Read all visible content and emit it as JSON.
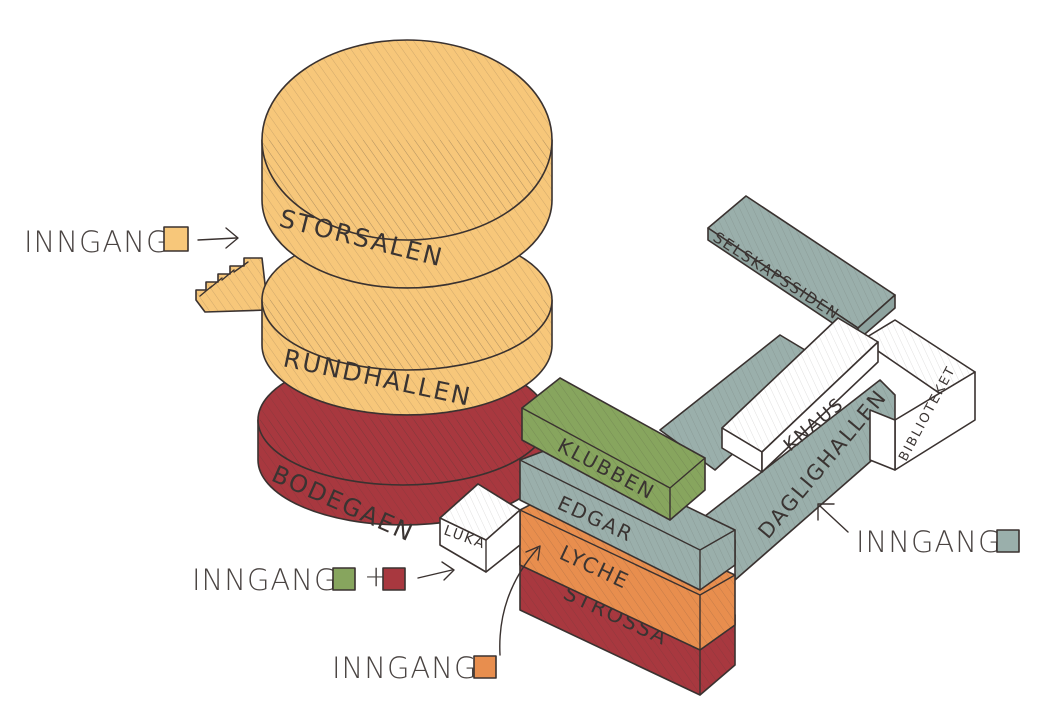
{
  "colors": {
    "orange_light": "#f7c77a",
    "red": "#a8383f",
    "green": "#87a55e",
    "grey": "#9aafab",
    "orange": "#e88e4e",
    "white": "#ffffff",
    "ink": "#3a3230"
  },
  "rooms": {
    "storsalen": "STORSALEN",
    "rundhallen": "RUNDHALLEN",
    "bodegaen": "BODEGAEN",
    "klubben": "KLUBBEN",
    "edgar": "EDGAR",
    "lyche": "LYCHE",
    "strossa": "STROSSA",
    "luka": "LUKA",
    "selskapssiden": "SELSKAPSSIDEN",
    "knaus": "KNAUS",
    "daglighallen": "DAGLIGHALLEN",
    "biblioteket": "BIBLIOTEKET"
  },
  "entrances": {
    "main": {
      "label": "INNGANG",
      "color": "#f7c77a"
    },
    "green_red": {
      "label": "INNGANG",
      "plus": "+",
      "color_a": "#87a55e",
      "color_b": "#a8383f"
    },
    "orange": {
      "label": "INNGANG",
      "color": "#e88e4e"
    },
    "grey": {
      "label": "INNGANG",
      "color": "#9aafab"
    }
  }
}
